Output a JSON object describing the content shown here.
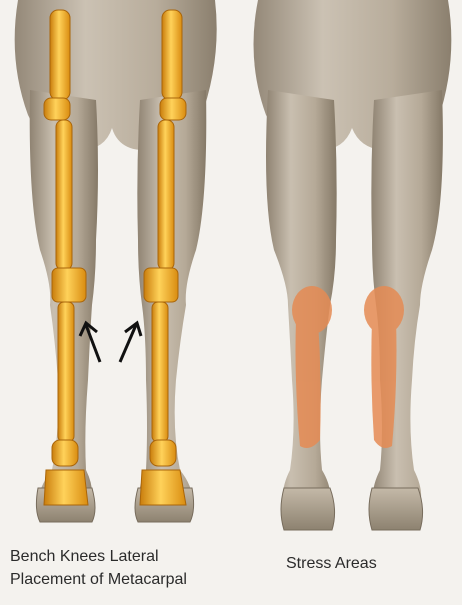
{
  "captions": {
    "left_line1": "Bench Knees Lateral",
    "left_line2": "Placement of Metacarpal",
    "right": "Stress Areas"
  },
  "colors": {
    "background": "#f4f2ee",
    "leg_fill": "#b7ab9a",
    "leg_shade": "#8f8372",
    "bone": "#f2a81f",
    "bone_dark": "#c97d0c",
    "stress_area": "#e58b54",
    "arrow": "#111111"
  },
  "icons": {
    "arrow": "arrow-up-right"
  }
}
